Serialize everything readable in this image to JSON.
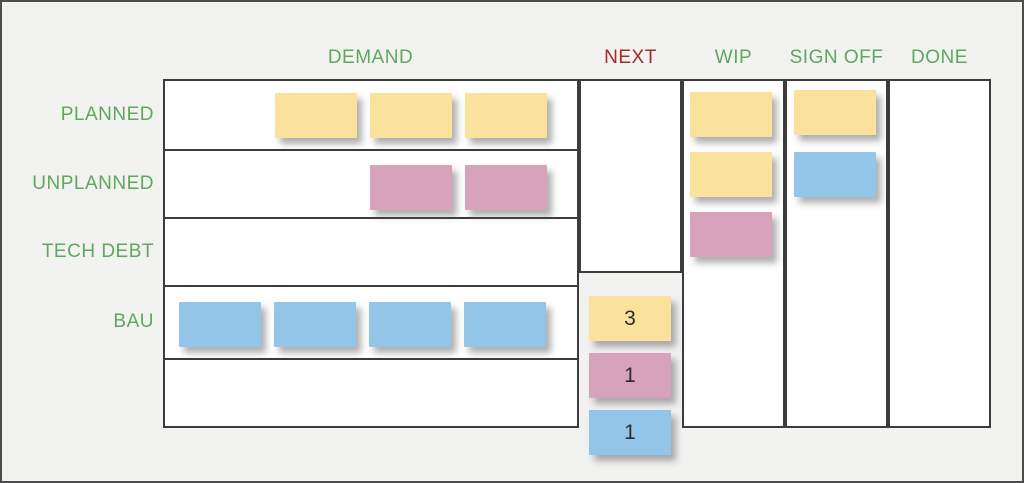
{
  "board": {
    "columns": [
      {
        "id": "demand",
        "label": "DEMAND",
        "color": "#5EA85E"
      },
      {
        "id": "next",
        "label": "NEXT",
        "color": "#A52A2A"
      },
      {
        "id": "wip",
        "label": "WIP",
        "color": "#5EA85E"
      },
      {
        "id": "sign_off",
        "label": "SIGN OFF",
        "color": "#5EA85E"
      },
      {
        "id": "done",
        "label": "DONE",
        "color": "#5EA85E"
      }
    ],
    "rows": [
      {
        "id": "planned",
        "label": "PLANNED"
      },
      {
        "id": "unplanned",
        "label": "UNPLANNED"
      },
      {
        "id": "tech_debt",
        "label": "TECH DEBT"
      },
      {
        "id": "bau",
        "label": "BAU"
      }
    ],
    "note_colors": {
      "yellow": "#FAE29D",
      "pink": "#D6A3BA",
      "blue": "#93C5E8"
    },
    "notes": {
      "planned_demand": [
        {
          "color": "yellow"
        },
        {
          "color": "yellow"
        },
        {
          "color": "yellow"
        }
      ],
      "unplanned_demand": [
        {
          "color": "pink"
        },
        {
          "color": "pink"
        }
      ],
      "tech_debt_demand": [],
      "bau_demand": [
        {
          "color": "blue"
        },
        {
          "color": "blue"
        },
        {
          "color": "blue"
        },
        {
          "color": "blue"
        }
      ],
      "next_queue": [
        {
          "color": "yellow",
          "label": "3"
        },
        {
          "color": "pink",
          "label": "1"
        },
        {
          "color": "blue",
          "label": "1"
        }
      ],
      "wip": [
        {
          "color": "yellow"
        },
        {
          "color": "yellow"
        },
        {
          "color": "pink"
        }
      ],
      "sign_off": [
        {
          "color": "yellow"
        },
        {
          "color": "blue"
        }
      ],
      "done": []
    }
  }
}
